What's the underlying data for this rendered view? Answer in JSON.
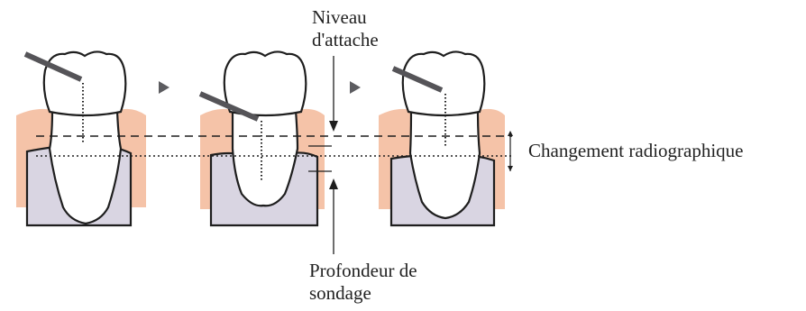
{
  "labels": {
    "niveau_line1": "Niveau",
    "niveau_line2": "d'attache",
    "changement": "Changement radiographique",
    "profondeur_line1": "Profondeur de",
    "profondeur_line2": "sondage"
  },
  "colors": {
    "gingiva": "#f5c3a8",
    "bone": "#d9d5e2",
    "outline": "#1e1e1e",
    "probe": "#555458",
    "arrow": "#5c5c60"
  }
}
